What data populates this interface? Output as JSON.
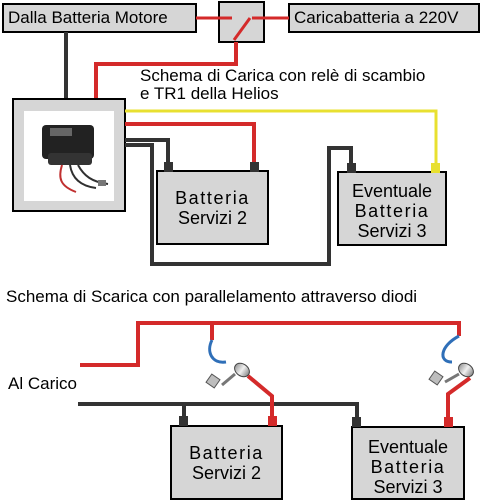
{
  "top_left_label": "Dalla Batteria Motore",
  "top_right_label": "Caricabatteria a 220V",
  "charge_title_line1": "Schema di Carica con relè di scambio",
  "charge_title_line2": "e TR1 della Helios",
  "discharge_title": "Schema di Scarica con parallelamento attraverso diodi",
  "load_label": "Al Carico",
  "battery_services2": {
    "line1": "Batteria",
    "line2": "Servizi 2"
  },
  "battery_services3": {
    "line1": "Eventuale",
    "line2": "Batteria",
    "line3": "Servizi 3"
  },
  "colors": {
    "positive_wire": "#d42a2a",
    "negative_wire": "#333333",
    "signal_wire": "#e8e030",
    "box_fill": "#d6d6d6",
    "diode_lead": "#2f6fb8"
  },
  "icons": [
    "relay-switch-icon",
    "tr1-device-icon",
    "diode-icon"
  ]
}
